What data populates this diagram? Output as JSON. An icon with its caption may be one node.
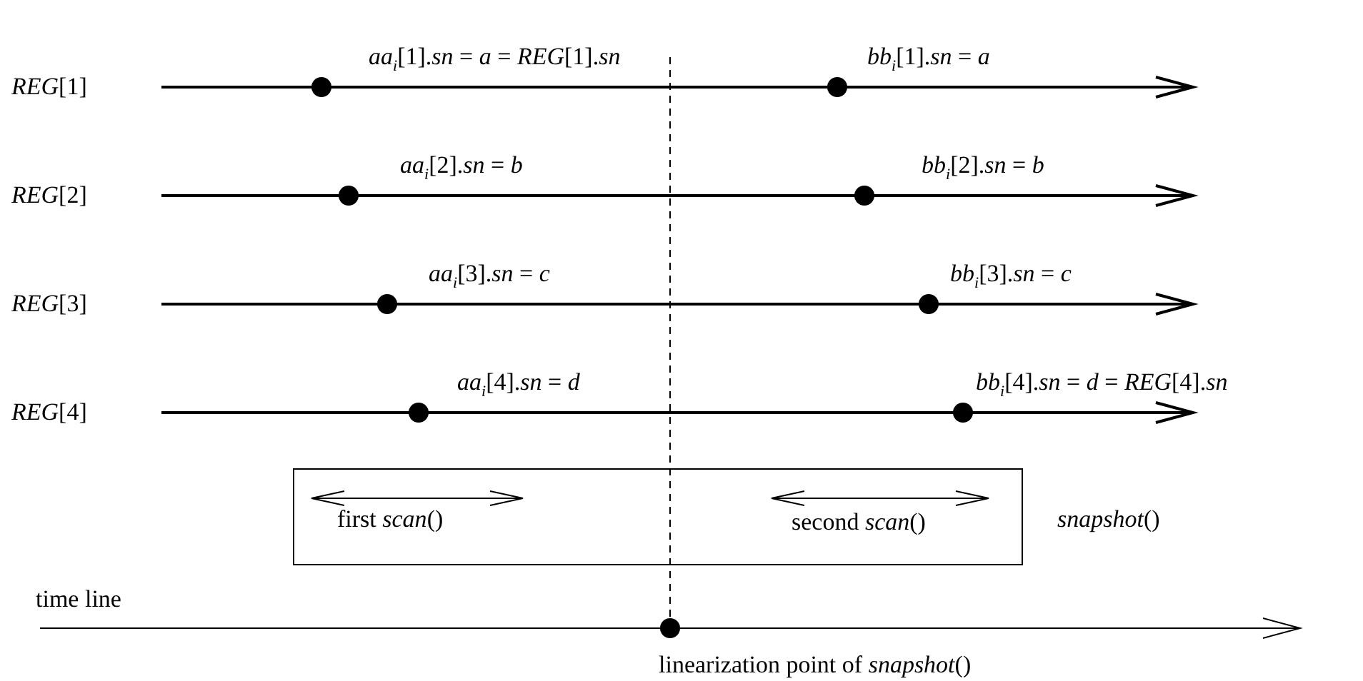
{
  "diagram": {
    "nodes": [
      {
        "text": [
          "first *scan*()",
          "second *scan*()"
        ],
        "beside": [
          "*snapshot*()"
        ]
      }
    ],
    "labels": [
      "*REG*[1]",
      "*aa*$_{i}$[1].*sn* = *a* = *REG*[1].*sn*",
      "*bb*$_{i}$[1].*sn* = *a*",
      "*REG*[2]",
      "*aa*$_{i}$[2].*sn* = *b*",
      "*bb*$_{i}$[2].*sn* = *b*",
      "*REG*[3]",
      "*aa*$_{i}$[3].*sn* = *c*",
      "*bb*$_{i}$[3].*sn* = *c*",
      "*REG*[4]",
      "*aa*$_{i}$[4].*sn* = *d*",
      "*bb*$_{i}$[4].*sn* = *d* = *REG*[4].*sn*",
      "time line",
      "linearization point of *snapshot*()"
    ]
  }
}
